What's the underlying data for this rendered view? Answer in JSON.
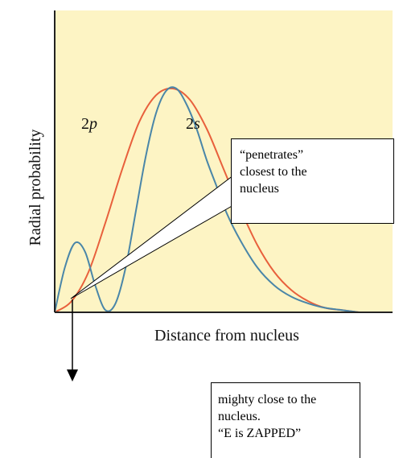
{
  "chart_data": {
    "type": "line",
    "title": "",
    "xlabel": "Distance from nucleus",
    "ylabel": "Radial probability",
    "x_range": [
      0,
      10
    ],
    "y_range": [
      0,
      1
    ],
    "grid": false,
    "series": [
      {
        "name": "2p",
        "color": "#e8603c",
        "x": [
          0,
          0.5,
          1,
          1.5,
          2,
          2.5,
          3,
          3.5,
          4,
          4.5,
          5,
          5.5,
          6,
          6.5,
          7,
          7.5,
          8,
          8.5,
          9
        ],
        "y": [
          0,
          0.05,
          0.18,
          0.4,
          0.64,
          0.85,
          0.97,
          1.0,
          0.95,
          0.82,
          0.64,
          0.46,
          0.3,
          0.18,
          0.1,
          0.05,
          0.02,
          0.01,
          0
        ]
      },
      {
        "name": "2s",
        "color": "#4a86a8",
        "x": [
          0,
          0.3,
          0.6,
          0.9,
          1.2,
          1.5,
          1.8,
          2.1,
          2.4,
          2.7,
          3.0,
          3.3,
          3.6,
          3.9,
          4.2,
          4.5,
          4.8,
          5.1,
          5.5,
          6,
          6.5,
          7,
          7.5,
          8,
          8.5,
          9
        ],
        "y": [
          0,
          0.2,
          0.31,
          0.27,
          0.12,
          0.01,
          0.04,
          0.2,
          0.45,
          0.7,
          0.89,
          0.99,
          1.0,
          0.93,
          0.82,
          0.68,
          0.56,
          0.44,
          0.32,
          0.2,
          0.12,
          0.07,
          0.04,
          0.02,
          0.01,
          0
        ]
      }
    ]
  },
  "series_labels": {
    "p2": {
      "num": "2",
      "letter": "p"
    },
    "s2": {
      "num": "2",
      "letter": "s"
    }
  },
  "callouts": {
    "top": "“penetrates”\nclosest to the\nnucleus",
    "bottom": "mighty close to the\nnucleus.\n“E is ZAPPED”"
  },
  "colors": {
    "plot_bg": "#fdf4c4",
    "frame": "#222222"
  }
}
